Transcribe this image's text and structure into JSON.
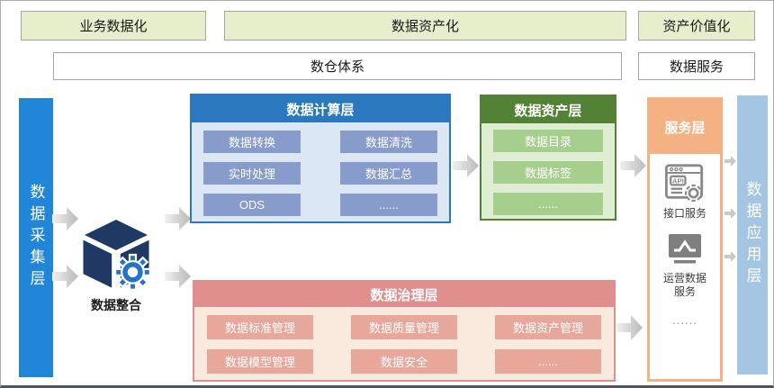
{
  "header_banners": [
    {
      "label": "业务数据化"
    },
    {
      "label": "数据资产化"
    },
    {
      "label": "资产价值化"
    }
  ],
  "sub_banners": {
    "warehouse": "数仓体系",
    "data_service": "数据服务"
  },
  "collection_bar": {
    "label": "数据采集层"
  },
  "integration": {
    "label": "数据整合",
    "icon": "cube-gear-icon"
  },
  "computing_layer": {
    "title": "数据计算层",
    "cells": [
      "数据转换",
      "数据清洗",
      "实时处理",
      "数据汇总",
      "ODS",
      "......"
    ]
  },
  "asset_layer": {
    "title": "数据资产层",
    "cells": [
      "数据目录",
      "数据标签",
      "......"
    ]
  },
  "governance_layer": {
    "title": "数据治理层",
    "cells": [
      "数据标准管理",
      "数据质量管理",
      "数据资产管理",
      "数据模型管理",
      "数据安全",
      "......"
    ]
  },
  "service_layer": {
    "title": "服务层",
    "items": [
      {
        "icon": "api-browser-icon",
        "label": "接口服务"
      },
      {
        "icon": "monitor-chart-icon",
        "label": "运营数据服务"
      }
    ],
    "more": "......"
  },
  "application_bar": {
    "label": "数据应用层"
  },
  "colors": {
    "banner_green": "#E7EECC",
    "collection_blue": "#2186D7",
    "computing_blue": "#2B78BE",
    "computing_cell": "#879CCB",
    "asset_green": "#538135",
    "asset_cell": "#A6CE8C",
    "governance_red": "#E18E8E",
    "governance_cell": "#E8A79B",
    "service_orange": "#F4B183",
    "application_blue": "#A4C6E2",
    "cube_navy": "#1F3864",
    "gear_blue": "#2573C4"
  }
}
